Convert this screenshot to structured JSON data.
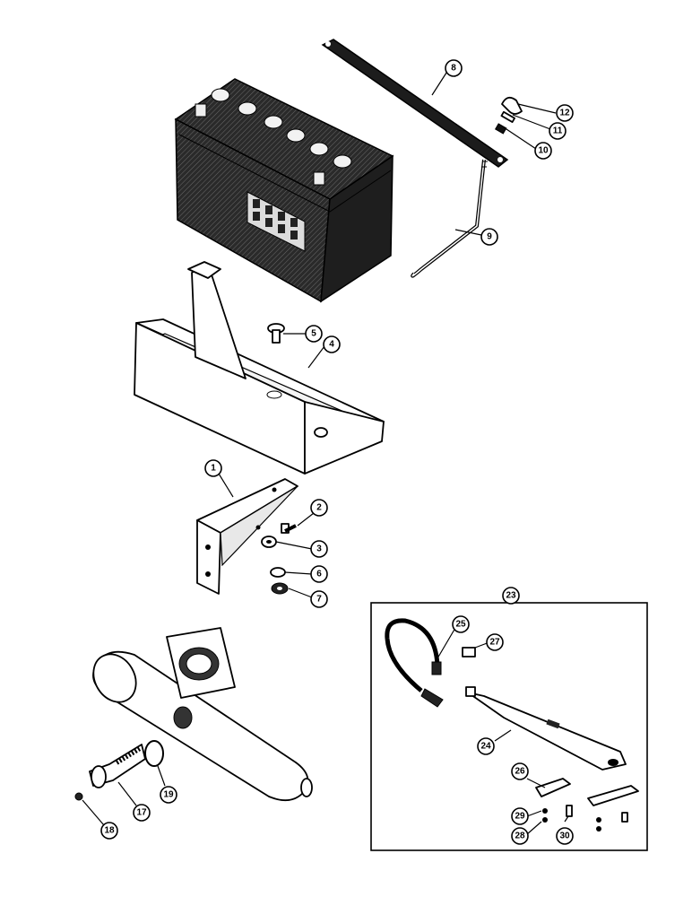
{
  "callouts": [
    {
      "label": "1"
    },
    {
      "label": "2"
    },
    {
      "label": "3"
    },
    {
      "label": "4"
    },
    {
      "label": "5"
    },
    {
      "label": "6"
    },
    {
      "label": "7"
    },
    {
      "label": "8"
    },
    {
      "label": "9"
    },
    {
      "label": "10"
    },
    {
      "label": "11"
    },
    {
      "label": "12"
    },
    {
      "label": "17"
    },
    {
      "label": "18"
    },
    {
      "label": "19"
    },
    {
      "label": "23"
    },
    {
      "label": "24"
    },
    {
      "label": "25"
    },
    {
      "label": "26"
    },
    {
      "label": "27"
    },
    {
      "label": "28"
    },
    {
      "label": "29"
    },
    {
      "label": "30"
    }
  ],
  "icons": [
    "battery",
    "hold-down-bar",
    "j-bolt",
    "wing-nut",
    "battery-tray",
    "mounting-bracket",
    "cap-screw",
    "lock-washer",
    "hex-nut",
    "water-manifold",
    "temperature-sending-unit",
    "gasket",
    "battery-cable",
    "ground-strap",
    "clip",
    "strap-bracket"
  ]
}
